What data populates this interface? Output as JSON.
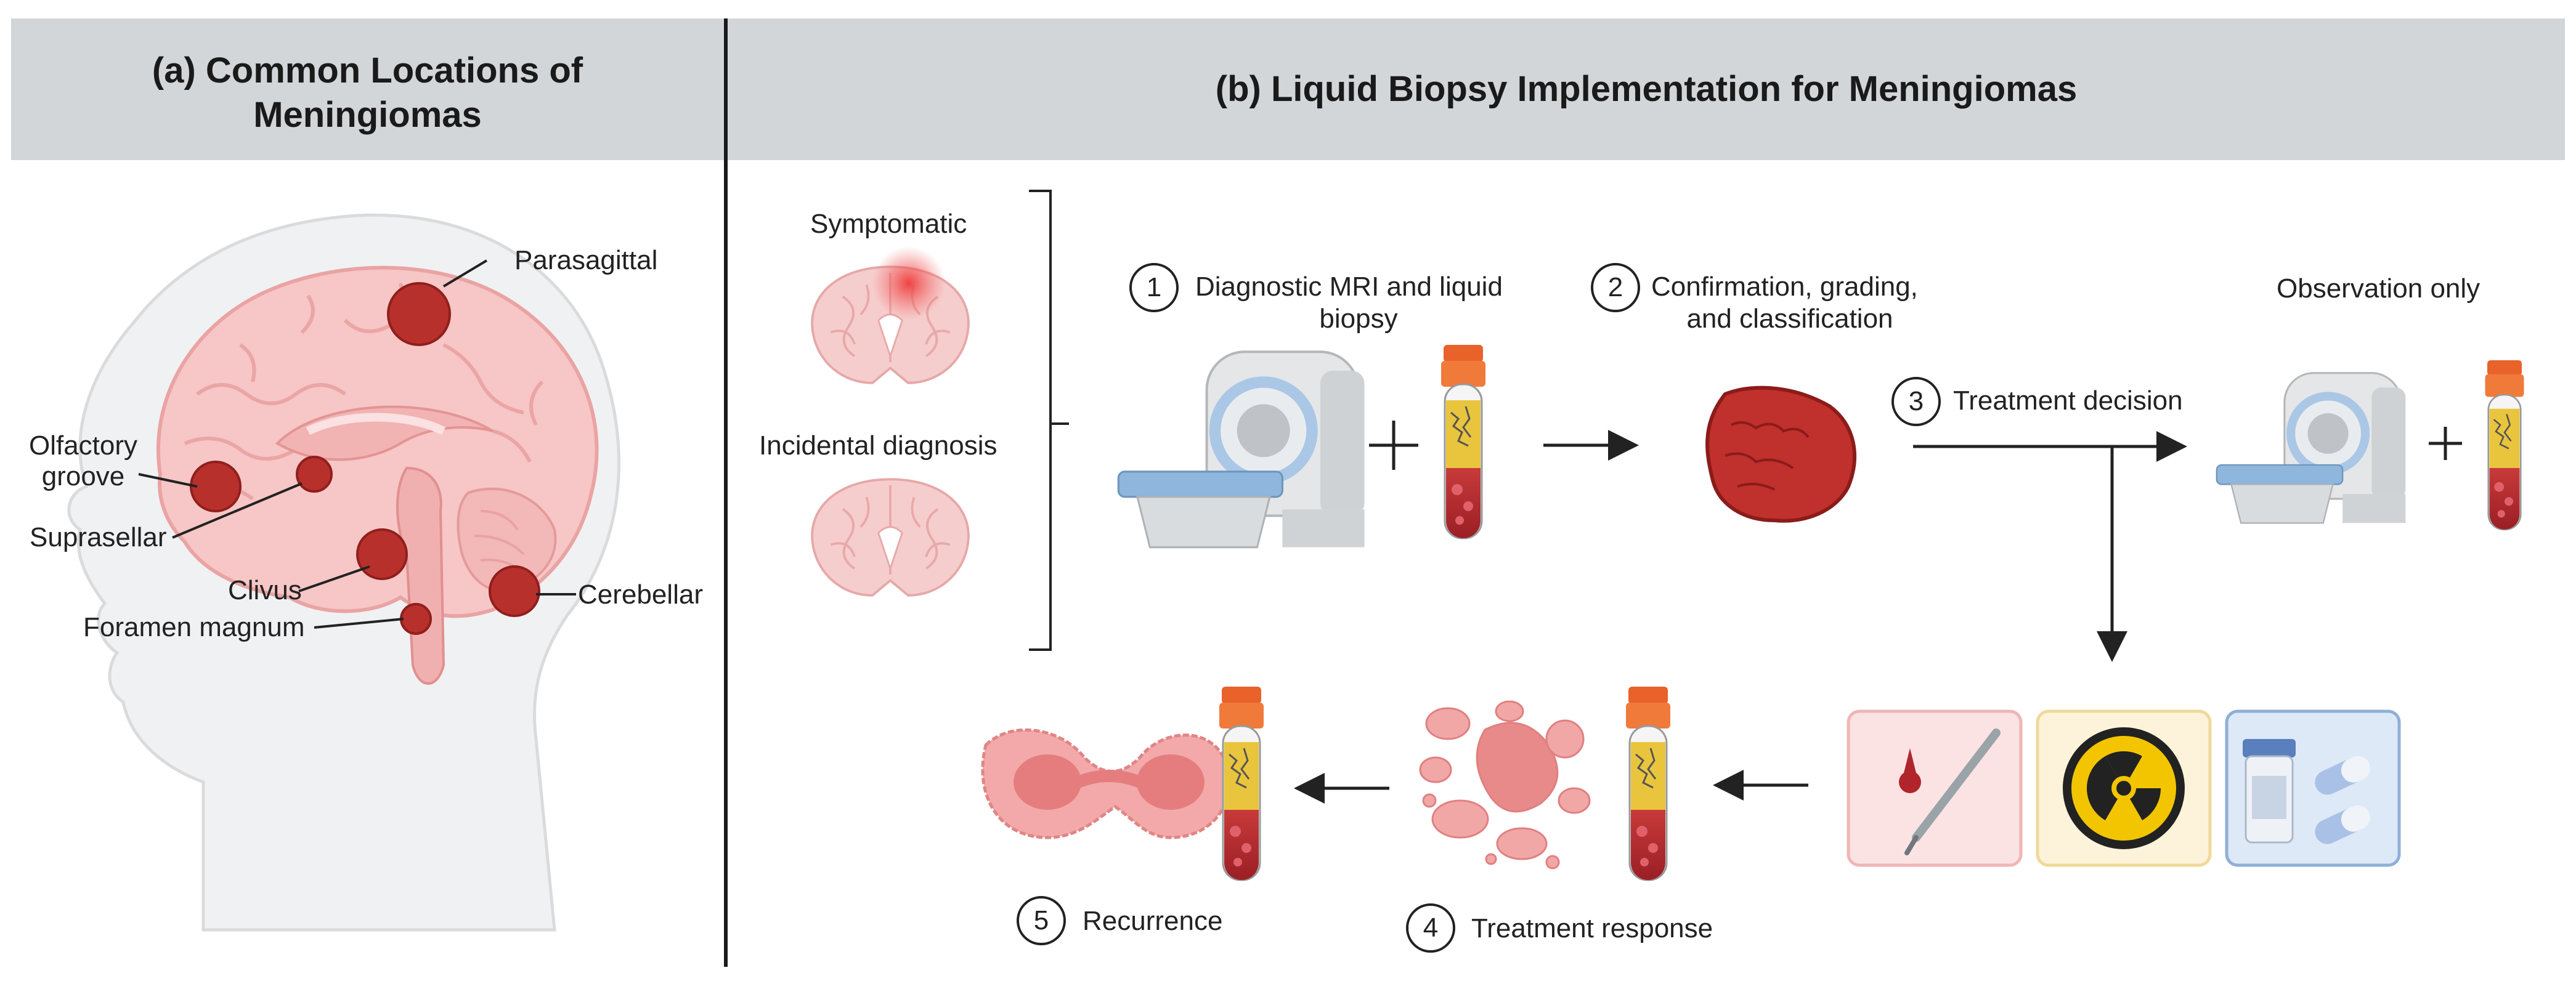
{
  "panel_a": {
    "title_line1": "(a)  Common Locations of",
    "title_line2": "Meningiomas",
    "locations": {
      "parasagittal": "Parasagittal",
      "olfactory_line1": "Olfactory",
      "olfactory_line2": "groove",
      "suprasellar": "Suprasellar",
      "clivus": "Clivus",
      "foramen_magnum": "Foramen magnum",
      "cerebellar": "Cerebellar"
    }
  },
  "panel_b": {
    "title": "(b)  Liquid Biopsy Implementation for Meningiomas",
    "symptomatic": "Symptomatic",
    "incidental": "Incidental diagnosis",
    "steps": [
      {
        "num": "1",
        "line1": "Diagnostic MRI and liquid",
        "line2": "biopsy"
      },
      {
        "num": "2",
        "line1": "Confirmation, grading,",
        "line2": "and  classification"
      },
      {
        "num": "3",
        "line1": "Treatment decision",
        "line2": ""
      },
      {
        "num": "4",
        "line1": "Treatment response",
        "line2": ""
      },
      {
        "num": "5",
        "line1": "Recurrence",
        "line2": ""
      }
    ],
    "observation": "Observation only"
  },
  "colors": {
    "header_bg": "#d3d6d9",
    "tumor": "#b8302c",
    "brain": "#f6c8c8",
    "tube_cap": "#e8622a",
    "blood": "#b0252c"
  }
}
